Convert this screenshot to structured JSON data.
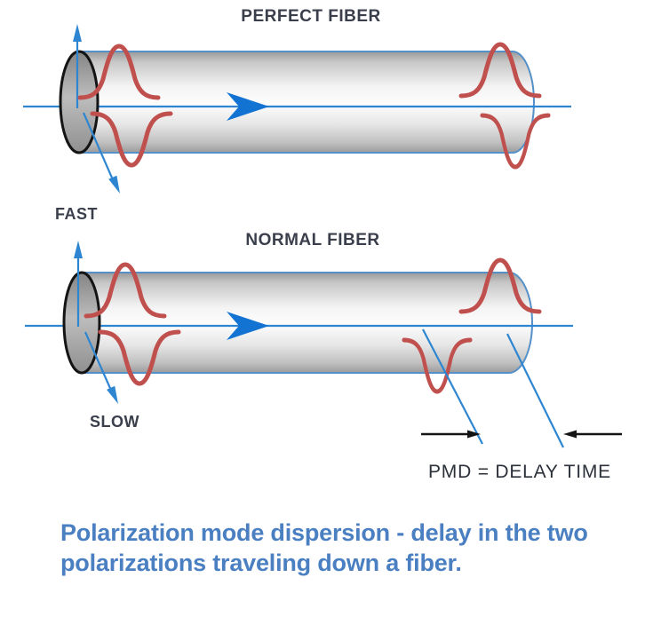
{
  "colors": {
    "background": "#ffffff",
    "line-blue": "#2e86d2",
    "arrow-blue": "#1273d2",
    "edge-blue": "#5591c8",
    "pulse-red": "#c0504d",
    "title-color": "#3a3f4b",
    "pmd-color": "#2b3039",
    "caption-color": "#4a7fc1",
    "ink": "#141414"
  },
  "figures": {
    "perfect": {
      "title": "PERFECT FIBER"
    },
    "normal": {
      "title": "NORMAL FIBER",
      "fast_axis_label": "FAST",
      "slow_axis_label": "SLOW",
      "delay_label": "PMD = DELAY TIME"
    }
  },
  "caption": {
    "line1": "Polarization mode dispersion - delay in the two",
    "line2": "polarizations traveling down a fiber."
  }
}
